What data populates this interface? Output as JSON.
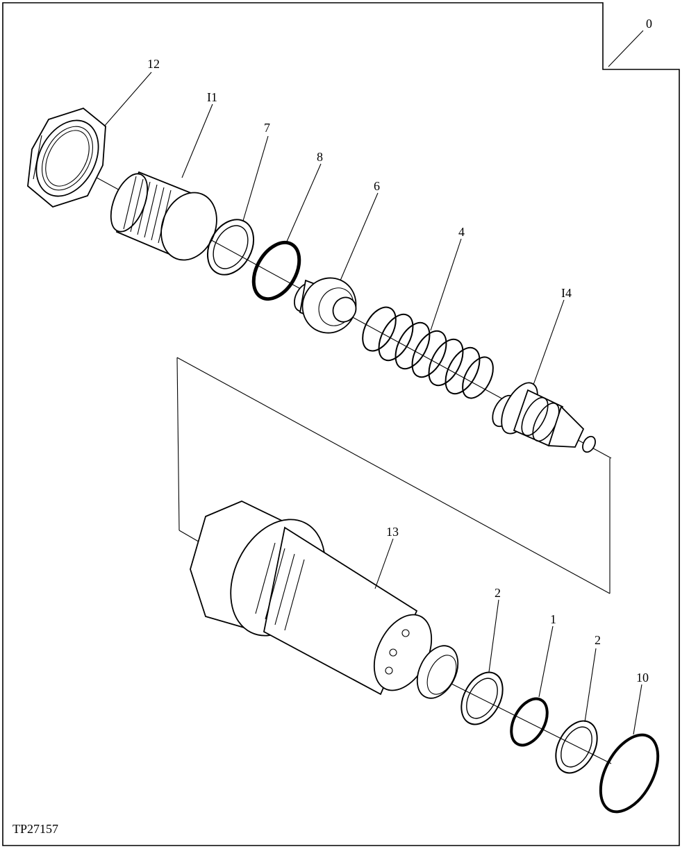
{
  "figure_id": "TP27157",
  "callouts": {
    "c0": "0",
    "c12": "12",
    "c11": "I1",
    "c7": "7",
    "c8": "8",
    "c6": "6",
    "c4": "4",
    "c14": "I4",
    "c13": "13",
    "c2a": "2",
    "c1": "1",
    "c2b": "2",
    "c10": "10"
  }
}
